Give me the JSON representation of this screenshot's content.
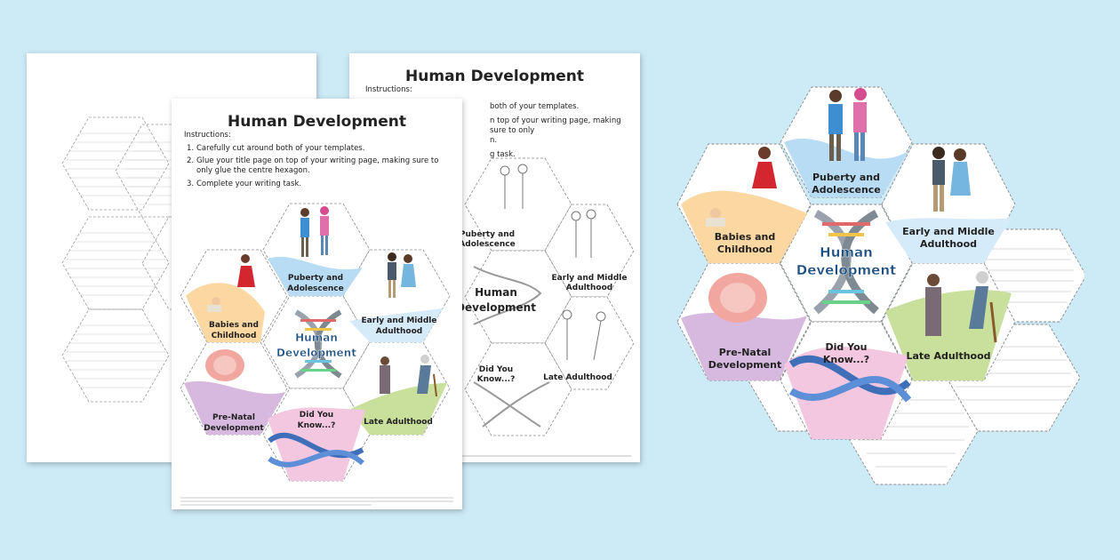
{
  "colors": {
    "background": "#cdeaf7",
    "babies": "#fbd7a1",
    "puberty": "#b9dcf5",
    "adulthood": "#d6ebfa",
    "prenatal": "#d7b9e0",
    "late": "#c9df9c",
    "didyouknow": "#f3c7df",
    "title_blue": "#1d4f82"
  },
  "sheets": {
    "front": {
      "title": "Human Development",
      "instructions_heading": "Instructions:",
      "steps": [
        {
          "num": "1.",
          "text": "Carefully cut around both of your templates."
        },
        {
          "num": "2.",
          "text": "Glue your title page on top of your writing page, making sure to only glue the centre hexagon."
        },
        {
          "num": "3.",
          "text": "Complete your writing task."
        }
      ]
    },
    "back_bw": {
      "title": "Human Development",
      "instructions_heading": "Instructions:",
      "steps_partial": [
        "both of your templates.",
        "n top of your writing page, making sure to only",
        "n.",
        "g task."
      ]
    }
  },
  "hexagons": {
    "babies": "Babies and Childhood",
    "puberty": "Puberty and Adolescence",
    "adulthood": "Early and Middle Adulthood",
    "prenatal": "Pre-Natal Development",
    "late": "Late Adulthood",
    "didyouknow": "Did You Know...?",
    "center_line1": "Human",
    "center_line2": "Development"
  },
  "icons": {
    "dna": "dna-helix-icon",
    "figures": "person-figure-icon"
  }
}
